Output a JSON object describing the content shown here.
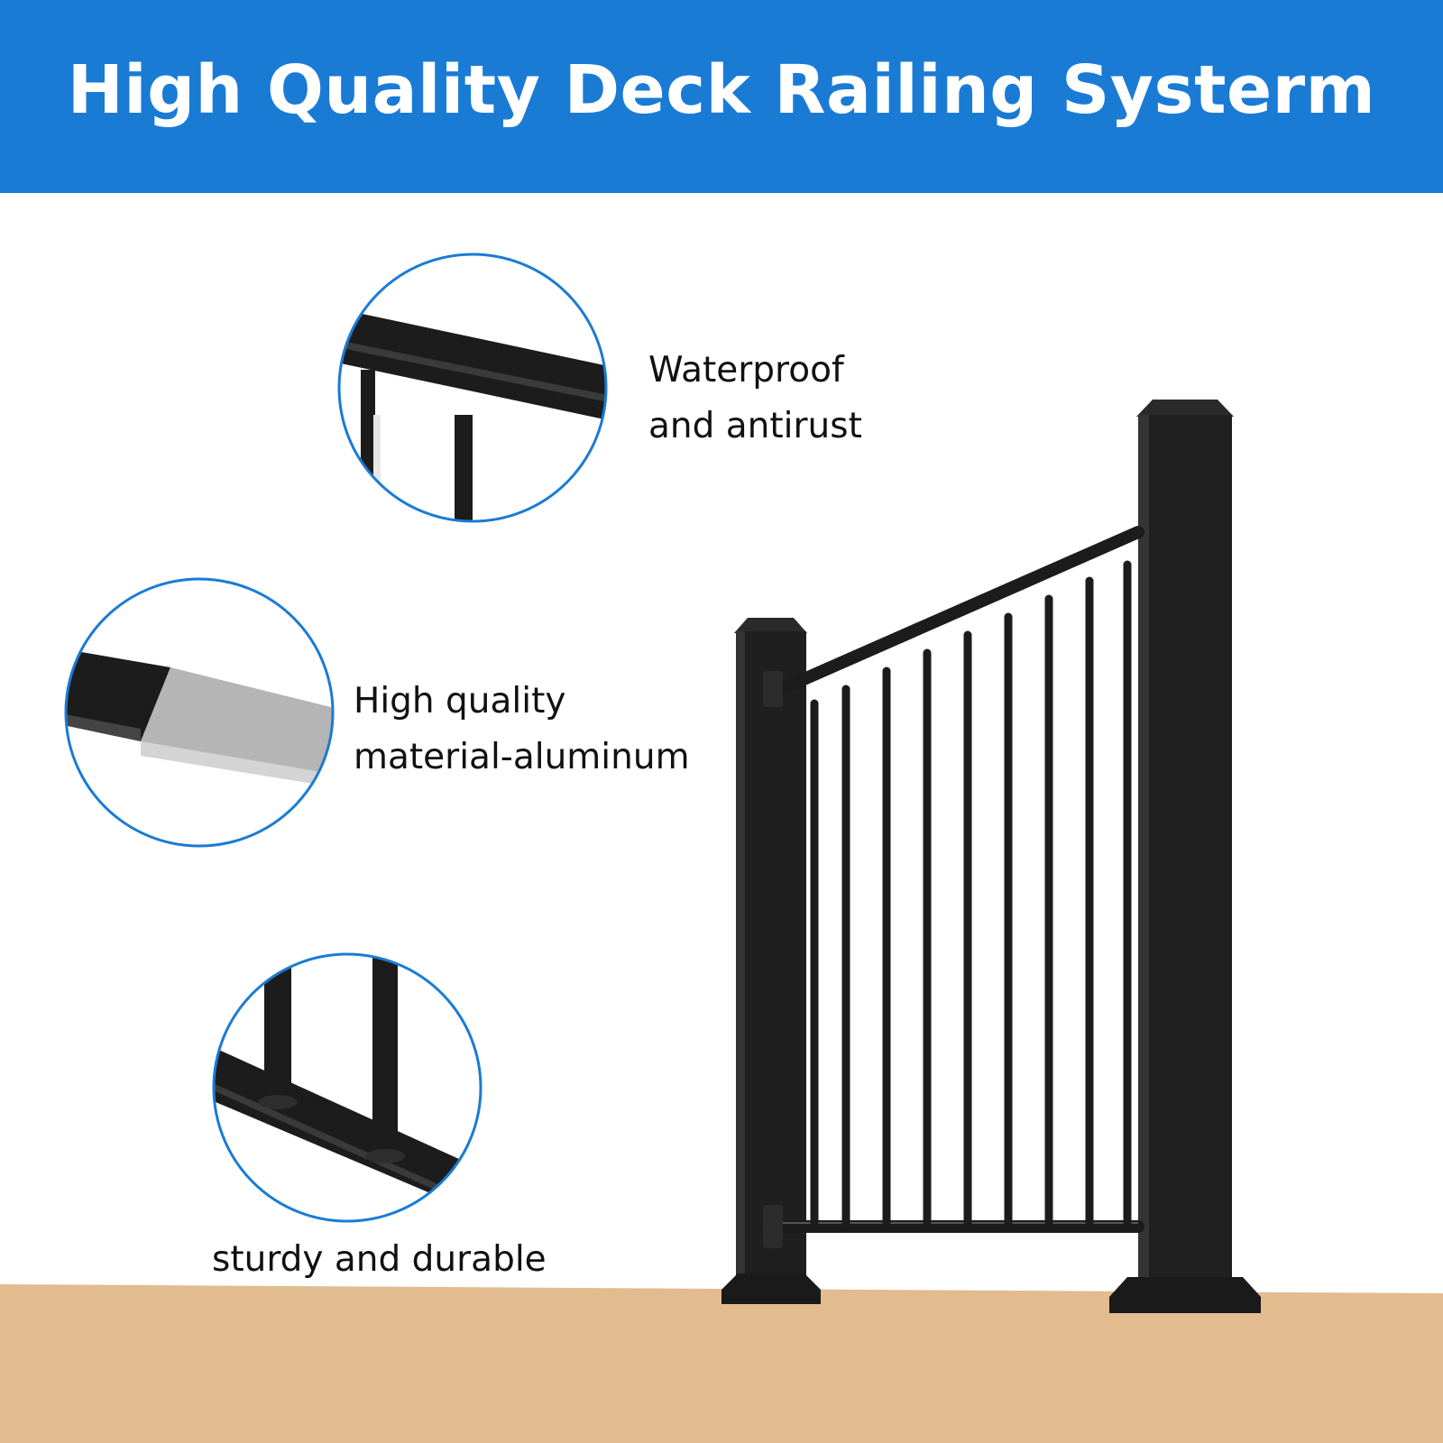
{
  "banner": {
    "title": "High Quality Deck Railing Systerm",
    "color": "#1a7bd5"
  },
  "features": [
    {
      "line1": "Waterproof",
      "line2": "and antirust",
      "detail_icon": "top-rail-closeup-icon"
    },
    {
      "line1": "High quality",
      "line2": "material-aluminum",
      "detail_icon": "aluminum-rail-section-icon"
    },
    {
      "line1": "sturdy and durable",
      "detail_icon": "bottom-rail-balusters-icon"
    }
  ],
  "colors": {
    "circle_border": "#1a7bd5",
    "deck_wood": "#e2bc8f",
    "railing_black": "#1c1c1c",
    "aluminum_gray": "#b5b5b5"
  }
}
